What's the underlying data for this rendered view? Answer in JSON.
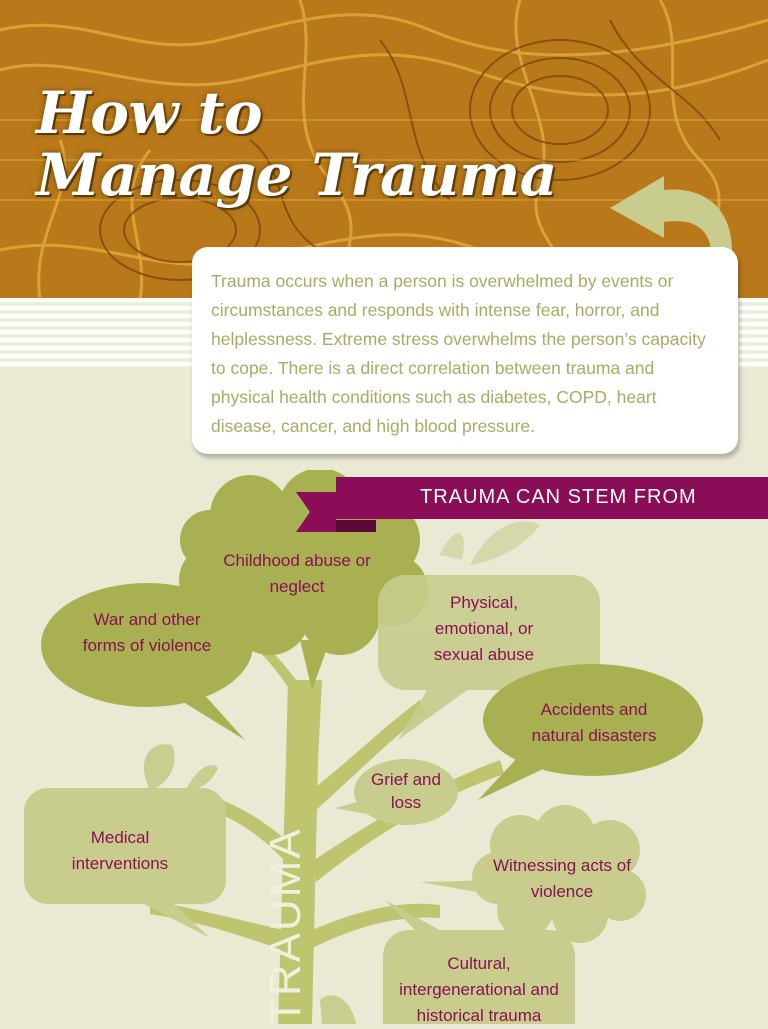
{
  "header": {
    "title_line1": "How to",
    "title_line2": "Manage Trauma"
  },
  "intro": {
    "text": "Trauma occurs when a person is overwhelmed by events or circumstances and responds with intense fear, horror, and helplessness. Extreme stress overwhelms the person’s capacity to cope. There is a direct correlation between trauma and physical health conditions such as diabetes, COPD, heart disease, cancer, and high blood pressure."
  },
  "section": {
    "heading": "TRAUMA CAN STEM FROM"
  },
  "causes": {
    "childhood": "Childhood abuse or neglect",
    "war": "War and other forms of violence",
    "physical": "Physical, emotional, or sexual abuse",
    "accidents": "Accidents and natural disasters",
    "grief": "Grief and loss",
    "medical": "Medical interventions",
    "witnessing": "Witnessing acts of violence",
    "cultural": "Cultural, intergenerational and historical trauma"
  },
  "tree": {
    "trunk_label": "TRAUMA"
  },
  "colors": {
    "banner": "#b97a18",
    "accent": "#8a0d57",
    "bubble_dark": "#a8b052",
    "bubble_light": "#c8cc8c",
    "background": "#e9e9d4"
  }
}
